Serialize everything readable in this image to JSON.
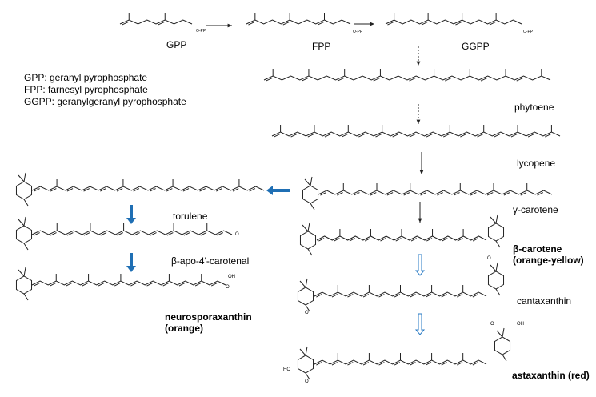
{
  "labels": {
    "gpp": "GPP",
    "fpp": "FPP",
    "ggpp": "GGPP",
    "phytoene": "phytoene",
    "lycopene": "lycopene",
    "gamma_carotene": "γ-carotene",
    "beta_carotene": "β-carotene",
    "beta_carotene_color": "(orange-yellow)",
    "torulene": "torulene",
    "beta_apo": "β-apo-4'-carotenal",
    "neurosporaxanthin": "neurosporaxanthin",
    "neurosporaxanthin_color": "(orange)",
    "cantaxanthin": "cantaxanthin",
    "astaxanthin": "astaxanthin (red)"
  },
  "legend": [
    "GPP: geranyl pyrophosphate",
    "FPP: farnesyl pyrophosphate",
    "GGPP: geranylgeranyl pyrophosphate"
  ],
  "atom_labels": {
    "opp": "O-PP",
    "o": "O",
    "oh": "OH",
    "ho": "HO"
  },
  "colors": {
    "blue_arrow": "#1f6fb4",
    "hollow_arrow": "#2a7bc4",
    "line": "#222222"
  }
}
